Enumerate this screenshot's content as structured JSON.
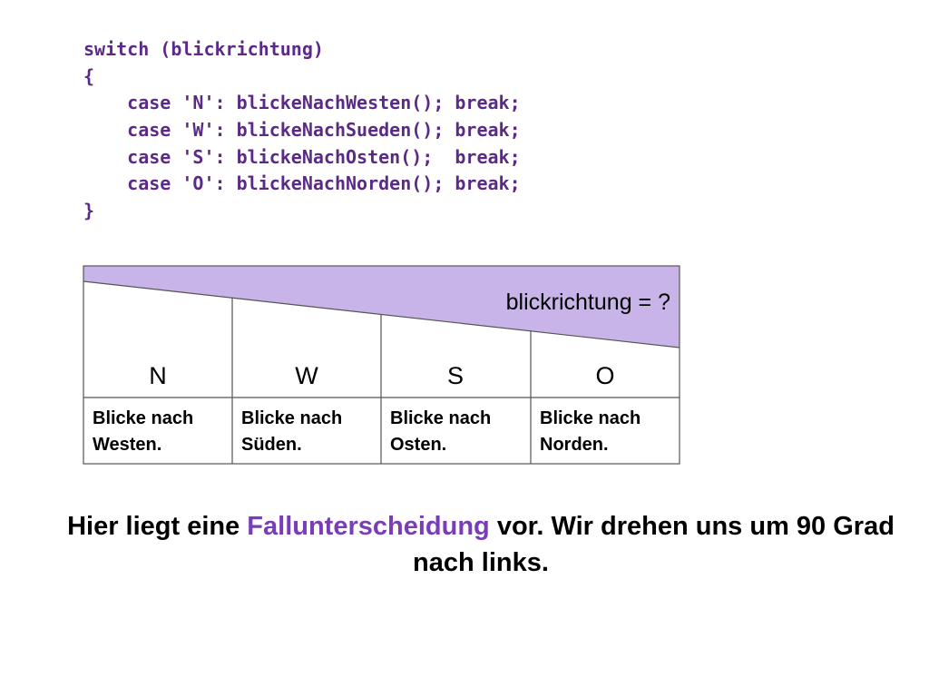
{
  "code": {
    "lines": [
      "switch (blickrichtung)",
      "{",
      "    case 'N': blickeNachWesten(); break;",
      "    case 'W': blickeNachSueden(); break;",
      "    case 'S': blickeNachOsten();  break;",
      "    case 'O': blickeNachNorden(); break;",
      "}"
    ]
  },
  "diagram": {
    "condition": "blickrichtung = ?",
    "cases": [
      {
        "label": "N",
        "action_line1": "Blicke nach",
        "action_line2": "Westen."
      },
      {
        "label": "W",
        "action_line1": "Blicke nach",
        "action_line2": "Süden."
      },
      {
        "label": "S",
        "action_line1": "Blicke nach",
        "action_line2": "Osten."
      },
      {
        "label": "O",
        "action_line1": "Blicke nach",
        "action_line2": "Norden."
      }
    ],
    "colors": {
      "header_fill": "#c8b4e8",
      "border": "#555555"
    }
  },
  "caption": {
    "before": "Hier liegt eine ",
    "highlight": "Fallunterscheidung",
    "after": " vor. Wir drehen uns um 90 Grad nach links.",
    "highlight_color": "#7a3db8"
  }
}
